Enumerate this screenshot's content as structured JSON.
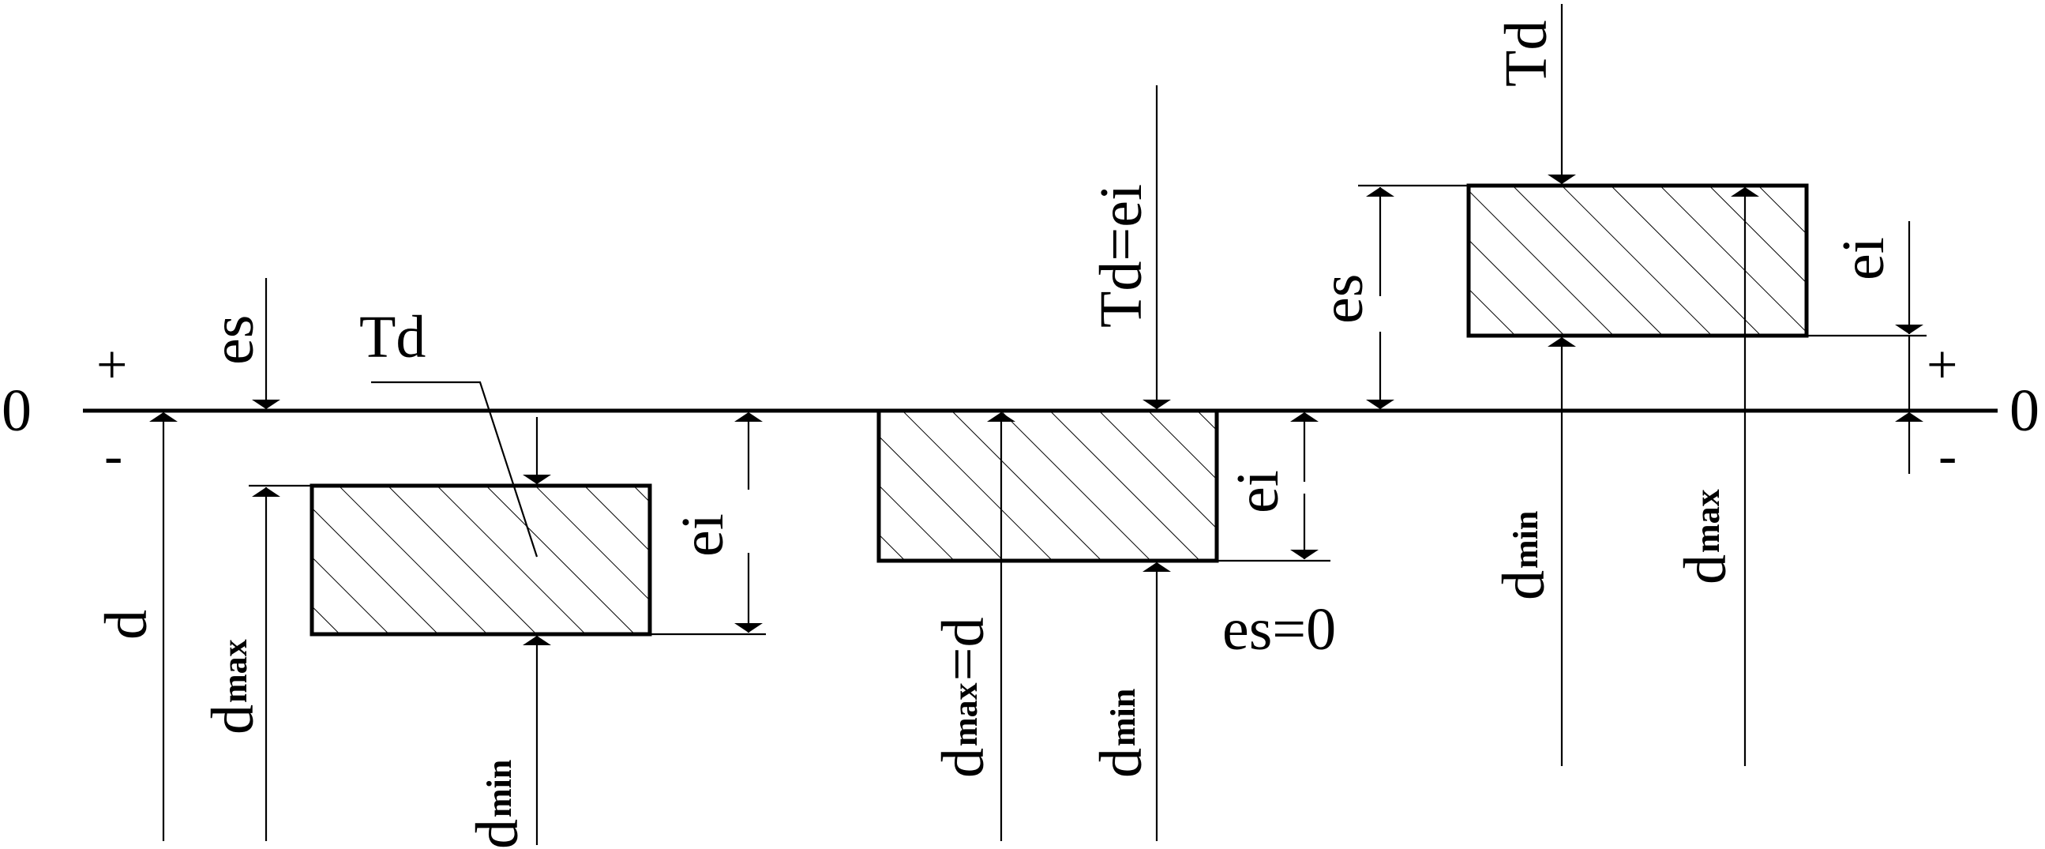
{
  "colors": {
    "ink": "#000000",
    "background": "#ffffff"
  },
  "zero_line": {
    "left_label": "0",
    "right_label": "0"
  },
  "signs": {
    "plus": "+",
    "minus": "-"
  },
  "field_left": {
    "es": "es",
    "ei": "ei",
    "td": "Td",
    "d": "d",
    "d_max_main": "d",
    "d_max_sub": "max",
    "d_min_main": "d",
    "d_min_sub": "min"
  },
  "field_middle": {
    "td_eq_ei": "Td=ei",
    "ei": "ei",
    "es_eq_0": "es=0",
    "d_max_eq_d_main": "d",
    "d_max_eq_d_sub": "max",
    "d_max_eq_d_suffix": "=d",
    "d_min_main": "d",
    "d_min_sub": "min"
  },
  "field_right": {
    "td": "Td",
    "es": "es",
    "ei": "ei",
    "d_min_main": "d",
    "d_min_sub": "min",
    "d_max_main": "d",
    "d_max_sub": "max"
  }
}
